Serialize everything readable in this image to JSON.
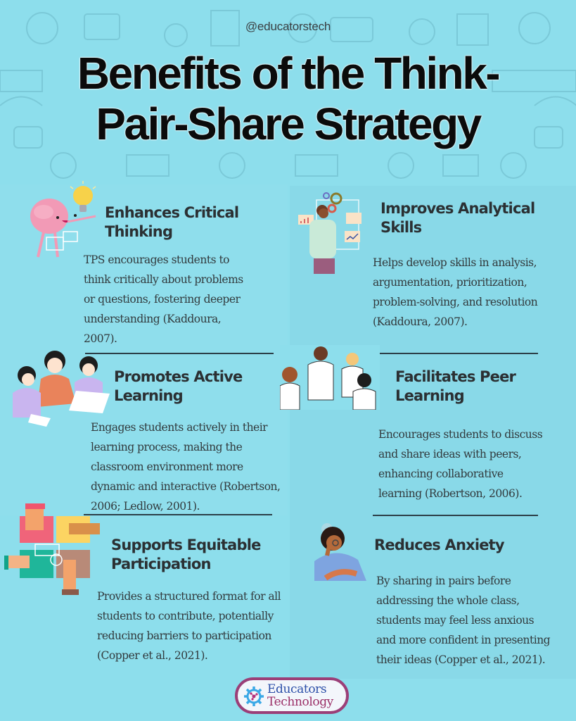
{
  "header": {
    "handle": "@educatorstech",
    "title_line1": "Benefits of  the Think-",
    "title_line2": "Pair-Share Strategy"
  },
  "benefits": [
    {
      "heading_line1": "Enhances Critical",
      "heading_line2": "Thinking",
      "body": [
        "TPS encourages students to",
        "think critically about problems",
        "or questions, fostering deeper",
        "understanding (Kaddoura,",
        "2007)."
      ],
      "icon": "brain-lightbulb-icon"
    },
    {
      "heading_line1": "Improves Analytical",
      "heading_line2": "Skills",
      "body": [
        "Helps develop skills in analysis,",
        "argumentation, prioritization,",
        "problem-solving, and resolution",
        "(Kaddoura, 2007)."
      ],
      "icon": "thinking-man-charts-icon"
    },
    {
      "heading_line1": "Promotes Active",
      "heading_line2": "Learning",
      "body": [
        "Engages students actively in their",
        "learning process, making the",
        "classroom environment more",
        "dynamic and interactive (Robertson,",
        "2006; Ledlow, 2001)."
      ],
      "icon": "students-laptop-icon"
    },
    {
      "heading_line1": "Facilitates Peer",
      "heading_line2": "Learning",
      "body": [
        "Encourages students to discuss",
        "and share ideas with peers,",
        "enhancing collaborative",
        "learning (Robertson, 2006)."
      ],
      "icon": "group-discussion-icon"
    },
    {
      "heading_line1": "Supports Equitable",
      "heading_line2": "Participation",
      "body": [
        "Provides a structured format for all",
        "students to contribute, potentially",
        "reducing barriers to participation",
        "(Copper et al., 2021)."
      ],
      "icon": "puzzle-hands-icon"
    },
    {
      "heading_line1": "Reduces Anxiety",
      "heading_line2": "",
      "body": [
        "By sharing in pairs before",
        "addressing the whole class,",
        "students may feel less anxious",
        "and more confident in presenting",
        "their ideas (Copper et al., 2021)."
      ],
      "icon": "anxious-person-icon"
    }
  ],
  "logo": {
    "line1": "Educators",
    "line2": "Technology"
  },
  "colors": {
    "background": "#8ddeec",
    "title": "#0b0b0b",
    "heading": "#2b3033",
    "body": "#323a3d",
    "divider": "#2c3f48",
    "logo_border": "#9b3f78",
    "logo_blue": "#2c4fa8",
    "logo_magenta": "#9b2f67"
  }
}
